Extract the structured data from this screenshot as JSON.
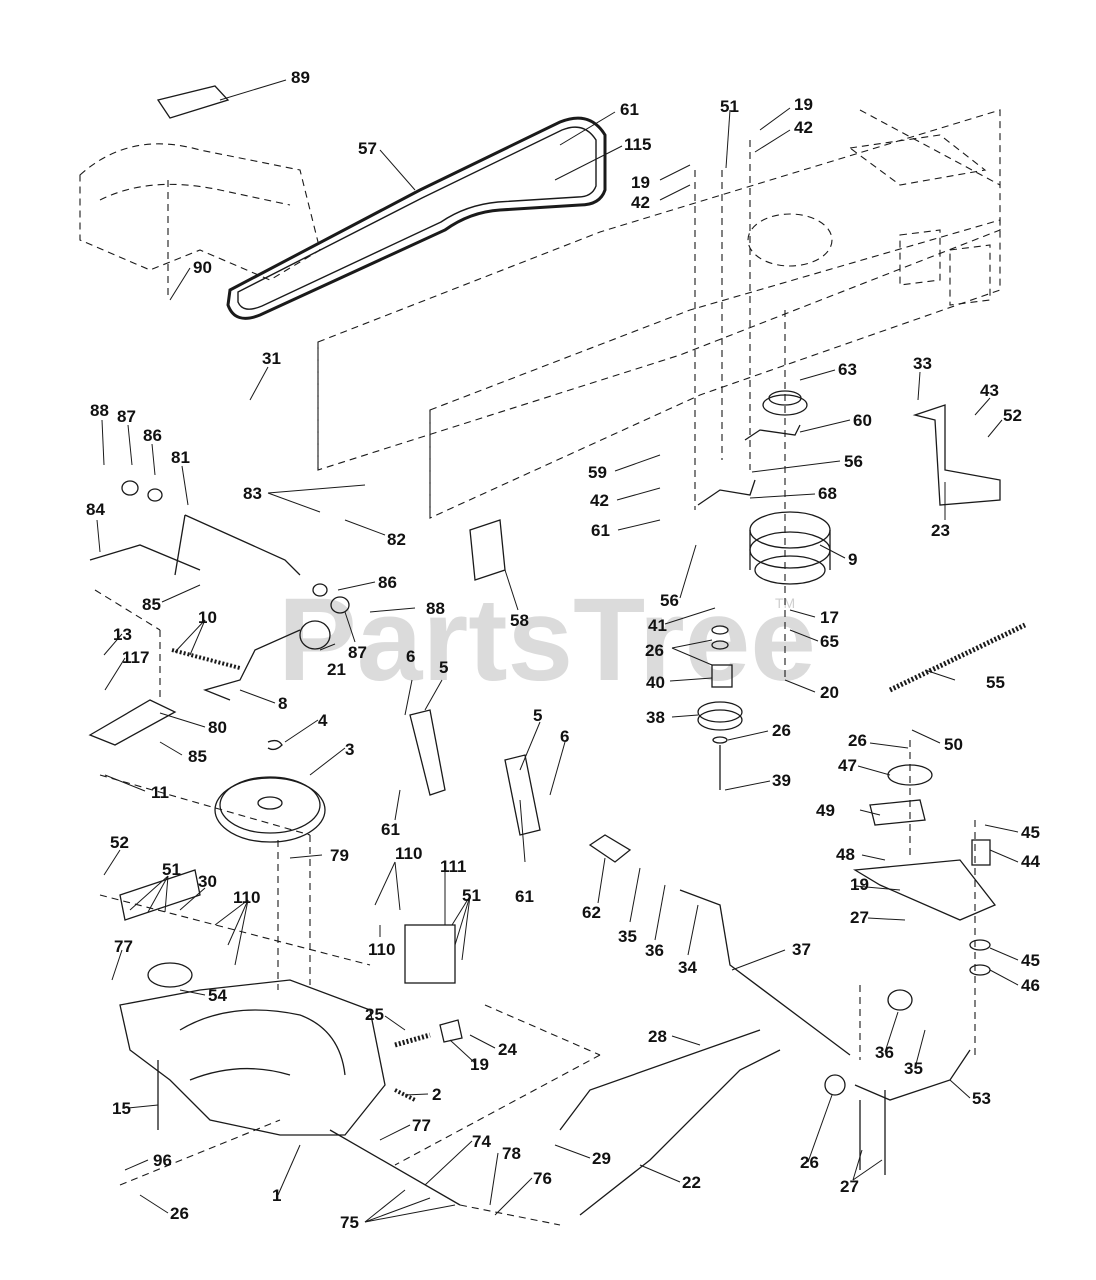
{
  "watermark": {
    "text": "PartsTree",
    "trademark": "TM"
  },
  "labels": [
    {
      "id": "l1",
      "text": "89"
    },
    {
      "id": "l2",
      "text": "61"
    },
    {
      "id": "l3",
      "text": "51"
    },
    {
      "id": "l4",
      "text": "19"
    },
    {
      "id": "l5",
      "text": "57"
    },
    {
      "id": "l6",
      "text": "115"
    },
    {
      "id": "l7",
      "text": "42"
    },
    {
      "id": "l8",
      "text": "19"
    },
    {
      "id": "l9",
      "text": "42"
    },
    {
      "id": "l10",
      "text": "90"
    },
    {
      "id": "l11",
      "text": "31"
    },
    {
      "id": "l12",
      "text": "63"
    },
    {
      "id": "l13",
      "text": "33"
    },
    {
      "id": "l14",
      "text": "43"
    },
    {
      "id": "l15",
      "text": "52"
    },
    {
      "id": "l16",
      "text": "60"
    },
    {
      "id": "l17",
      "text": "88"
    },
    {
      "id": "l18",
      "text": "87"
    },
    {
      "id": "l19",
      "text": "86"
    },
    {
      "id": "l20",
      "text": "81"
    },
    {
      "id": "l21",
      "text": "56"
    },
    {
      "id": "l22",
      "text": "59"
    },
    {
      "id": "l23",
      "text": "68"
    },
    {
      "id": "l24",
      "text": "42"
    },
    {
      "id": "l25",
      "text": "84"
    },
    {
      "id": "l26",
      "text": "83"
    },
    {
      "id": "l27",
      "text": "61"
    },
    {
      "id": "l28",
      "text": "82"
    },
    {
      "id": "l29",
      "text": "23"
    },
    {
      "id": "l30",
      "text": "9"
    },
    {
      "id": "l31",
      "text": "58"
    },
    {
      "id": "l32",
      "text": "86"
    },
    {
      "id": "l33",
      "text": "85"
    },
    {
      "id": "l34",
      "text": "88"
    },
    {
      "id": "l35",
      "text": "56"
    },
    {
      "id": "l36",
      "text": "87"
    },
    {
      "id": "l37",
      "text": "17"
    },
    {
      "id": "l38",
      "text": "13"
    },
    {
      "id": "l39",
      "text": "10"
    },
    {
      "id": "l40",
      "text": "41"
    },
    {
      "id": "l41",
      "text": "65"
    },
    {
      "id": "l42",
      "text": "21"
    },
    {
      "id": "l43",
      "text": "26"
    },
    {
      "id": "l44",
      "text": "117"
    },
    {
      "id": "l45",
      "text": "55"
    },
    {
      "id": "l46",
      "text": "40"
    },
    {
      "id": "l47",
      "text": "20"
    },
    {
      "id": "l48",
      "text": "6"
    },
    {
      "id": "l49",
      "text": "5"
    },
    {
      "id": "l50",
      "text": "8"
    },
    {
      "id": "l51",
      "text": "80"
    },
    {
      "id": "l52",
      "text": "4"
    },
    {
      "id": "l53",
      "text": "38"
    },
    {
      "id": "l54",
      "text": "26"
    },
    {
      "id": "l55",
      "text": "26"
    },
    {
      "id": "l56",
      "text": "50"
    },
    {
      "id": "l57",
      "text": "85"
    },
    {
      "id": "l58",
      "text": "5"
    },
    {
      "id": "l59",
      "text": "6"
    },
    {
      "id": "l60",
      "text": "3"
    },
    {
      "id": "l61",
      "text": "47"
    },
    {
      "id": "l62",
      "text": "39"
    },
    {
      "id": "l63",
      "text": "11"
    },
    {
      "id": "l64",
      "text": "61"
    },
    {
      "id": "l65",
      "text": "49"
    },
    {
      "id": "l66",
      "text": "45"
    },
    {
      "id": "l67",
      "text": "52"
    },
    {
      "id": "l68",
      "text": "79"
    },
    {
      "id": "l69",
      "text": "110"
    },
    {
      "id": "l70",
      "text": "48"
    },
    {
      "id": "l71",
      "text": "44"
    },
    {
      "id": "l72",
      "text": "51"
    },
    {
      "id": "l73",
      "text": "30"
    },
    {
      "id": "l74",
      "text": "111"
    },
    {
      "id": "l75",
      "text": "61"
    },
    {
      "id": "l76",
      "text": "110"
    },
    {
      "id": "l77",
      "text": "51"
    },
    {
      "id": "l78",
      "text": "62"
    },
    {
      "id": "l79",
      "text": "19"
    },
    {
      "id": "l80",
      "text": "27"
    },
    {
      "id": "l81",
      "text": "35"
    },
    {
      "id": "l82",
      "text": "36"
    },
    {
      "id": "l83",
      "text": "34"
    },
    {
      "id": "l84",
      "text": "110"
    },
    {
      "id": "l85",
      "text": "37"
    },
    {
      "id": "l86",
      "text": "45"
    },
    {
      "id": "l87",
      "text": "46"
    },
    {
      "id": "l88",
      "text": "77"
    },
    {
      "id": "l89",
      "text": "54"
    },
    {
      "id": "l90",
      "text": "25"
    },
    {
      "id": "l91",
      "text": "24"
    },
    {
      "id": "l92",
      "text": "19"
    },
    {
      "id": "l93",
      "text": "28"
    },
    {
      "id": "l94",
      "text": "36"
    },
    {
      "id": "l95",
      "text": "35"
    },
    {
      "id": "l96",
      "text": "2"
    },
    {
      "id": "l97",
      "text": "15"
    },
    {
      "id": "l98",
      "text": "53"
    },
    {
      "id": "l99",
      "text": "77"
    },
    {
      "id": "l100",
      "text": "29"
    },
    {
      "id": "l101",
      "text": "26"
    },
    {
      "id": "l102",
      "text": "96"
    },
    {
      "id": "l103",
      "text": "74"
    },
    {
      "id": "l104",
      "text": "78"
    },
    {
      "id": "l105",
      "text": "22"
    },
    {
      "id": "l106",
      "text": "1"
    },
    {
      "id": "l107",
      "text": "76"
    },
    {
      "id": "l108",
      "text": "27"
    },
    {
      "id": "l109",
      "text": "26"
    },
    {
      "id": "l110",
      "text": "75"
    }
  ]
}
